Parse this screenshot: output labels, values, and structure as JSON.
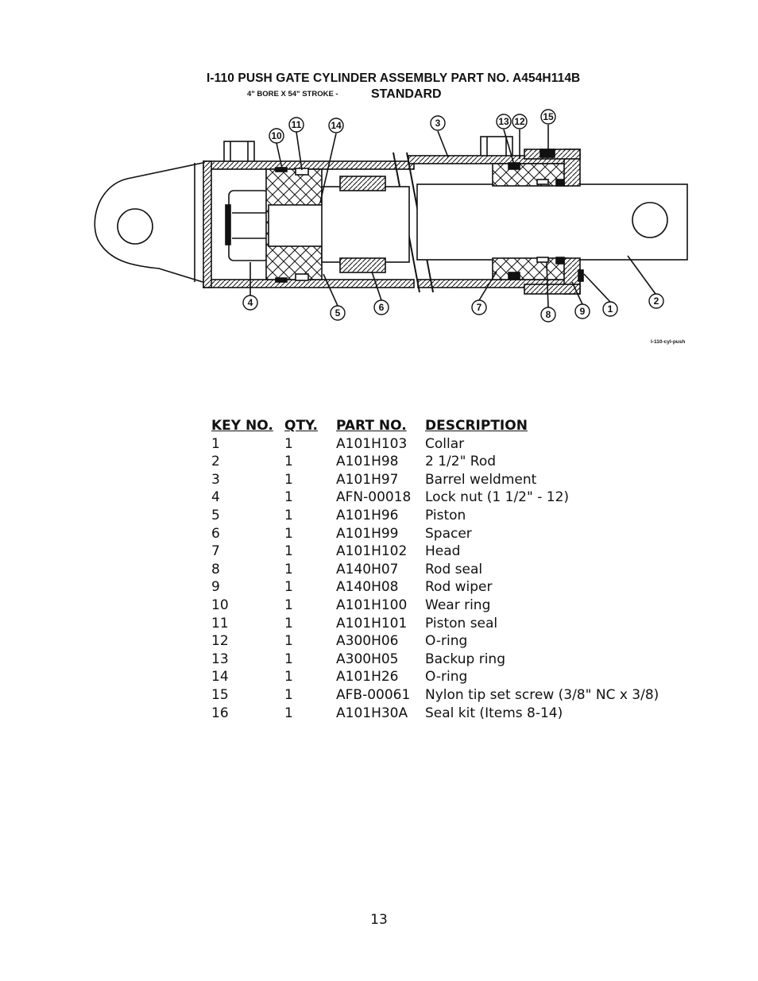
{
  "header": {
    "title": "I-110 PUSH GATE CYLINDER ASSEMBLY PART NO. A454H114B",
    "subtitle": "4\" BORE X 54\" STROKE -",
    "variant": "STANDARD"
  },
  "diagram": {
    "callouts": [
      "1",
      "2",
      "3",
      "4",
      "5",
      "6",
      "7",
      "8",
      "9",
      "10",
      "11",
      "12",
      "13",
      "14",
      "15"
    ],
    "drawing_code": "I-110-cyl-push"
  },
  "parts_table": {
    "headers": [
      "KEY NO.",
      "QTY.",
      "PART NO.",
      "DESCRIPTION"
    ],
    "rows": [
      [
        "1",
        "1",
        "A101H103",
        "Collar"
      ],
      [
        "2",
        "1",
        "A101H98",
        "2 1/2\" Rod"
      ],
      [
        "3",
        "1",
        "A101H97",
        "Barrel weldment"
      ],
      [
        "4",
        "1",
        "AFN-00018",
        "Lock nut (1 1/2\" - 12)"
      ],
      [
        "5",
        "1",
        "A101H96",
        "Piston"
      ],
      [
        "6",
        "1",
        "A101H99",
        "Spacer"
      ],
      [
        "7",
        "1",
        "A101H102",
        "Head"
      ],
      [
        "8",
        "1",
        "A140H07",
        "Rod seal"
      ],
      [
        "9",
        "1",
        "A140H08",
        "Rod wiper"
      ],
      [
        "10",
        "1",
        "A101H100",
        "Wear ring"
      ],
      [
        "11",
        "1",
        "A101H101",
        "Piston seal"
      ],
      [
        "12",
        "1",
        "A300H06",
        "O-ring"
      ],
      [
        "13",
        "1",
        "A300H05",
        "Backup ring"
      ],
      [
        "14",
        "1",
        "A101H26",
        "O-ring"
      ],
      [
        "15",
        "1",
        "AFB-00061",
        "Nylon tip set screw (3/8\" NC x 3/8)"
      ],
      [
        "16",
        "1",
        "A101H30A",
        "Seal kit (Items 8-14)"
      ]
    ]
  },
  "footer": {
    "page_number": "13"
  }
}
